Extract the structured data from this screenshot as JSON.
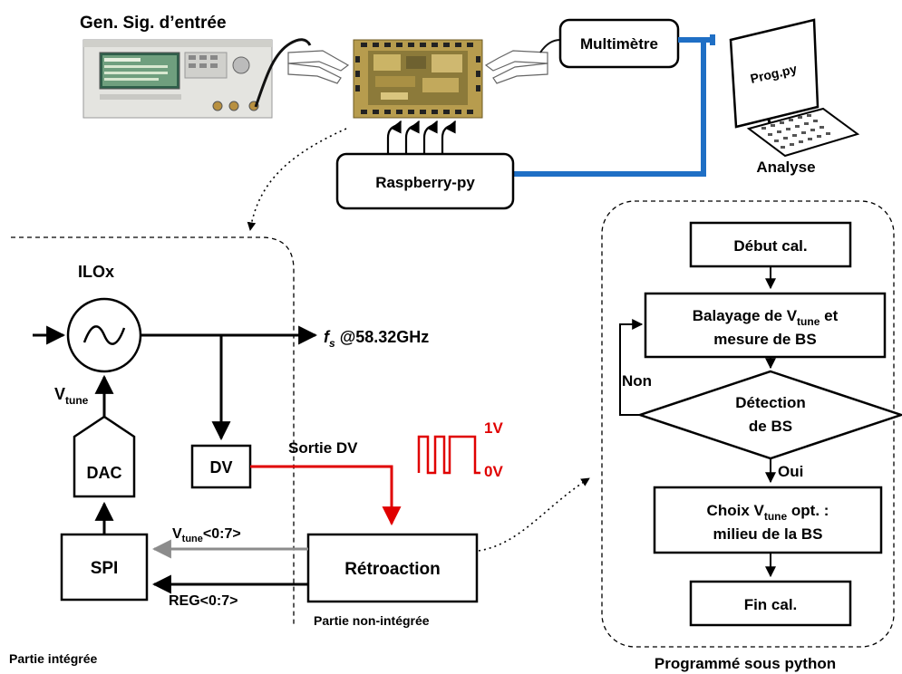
{
  "labels": {
    "generator": "Gen. Sig. d’entrée",
    "multimeter": "Multimètre",
    "monitor_screen": "Prog.py",
    "analysis": "Analyse",
    "raspberry": "Raspberry-py",
    "ilox": "ILOx",
    "fs_symbol": "f",
    "fs_sub": "s",
    "fs_freq": " @58.32GHz",
    "vtune": "V",
    "vtune_sub": "tune",
    "dac": "DAC",
    "dv": "DV",
    "spi": "SPI",
    "sortie_dv": "Sortie DV",
    "level_high": "1V",
    "level_low": "0V",
    "vtune_bus_main": "V",
    "vtune_bus_sub": "tune",
    "vtune_bus_tail": "<0:7>",
    "reg_bus": "REG<0:7>",
    "retroaction": "Rétroaction",
    "partie_non_integree": "Partie non-intégrée",
    "partie_integree": "Partie intégrée",
    "programme_python": "Programmé sous python"
  },
  "flowchart": {
    "start": "Début cal.",
    "sweep_a": "Balayage de V",
    "sweep_sub": "tune",
    "sweep_b": " et",
    "sweep_line2": "mesure de BS",
    "detect_line1": "Détection",
    "detect_line2": "de BS",
    "no_label": "Non",
    "yes_label": "Oui",
    "choice_a": "Choix V",
    "choice_sub": "tune",
    "choice_b": " opt. :",
    "choice_line2": "milieu de la BS",
    "end": "Fin cal."
  },
  "colors": {
    "line": "#000000",
    "feedback_red": "#e00000",
    "bus_gray": "#8c8c8c",
    "cable_blue": "#1f6fc5"
  },
  "icons": [
    "signal-generator-photo",
    "chip-photo",
    "probe-icon",
    "monitor-icon",
    "keyboard-icon",
    "oscillator-icon"
  ]
}
